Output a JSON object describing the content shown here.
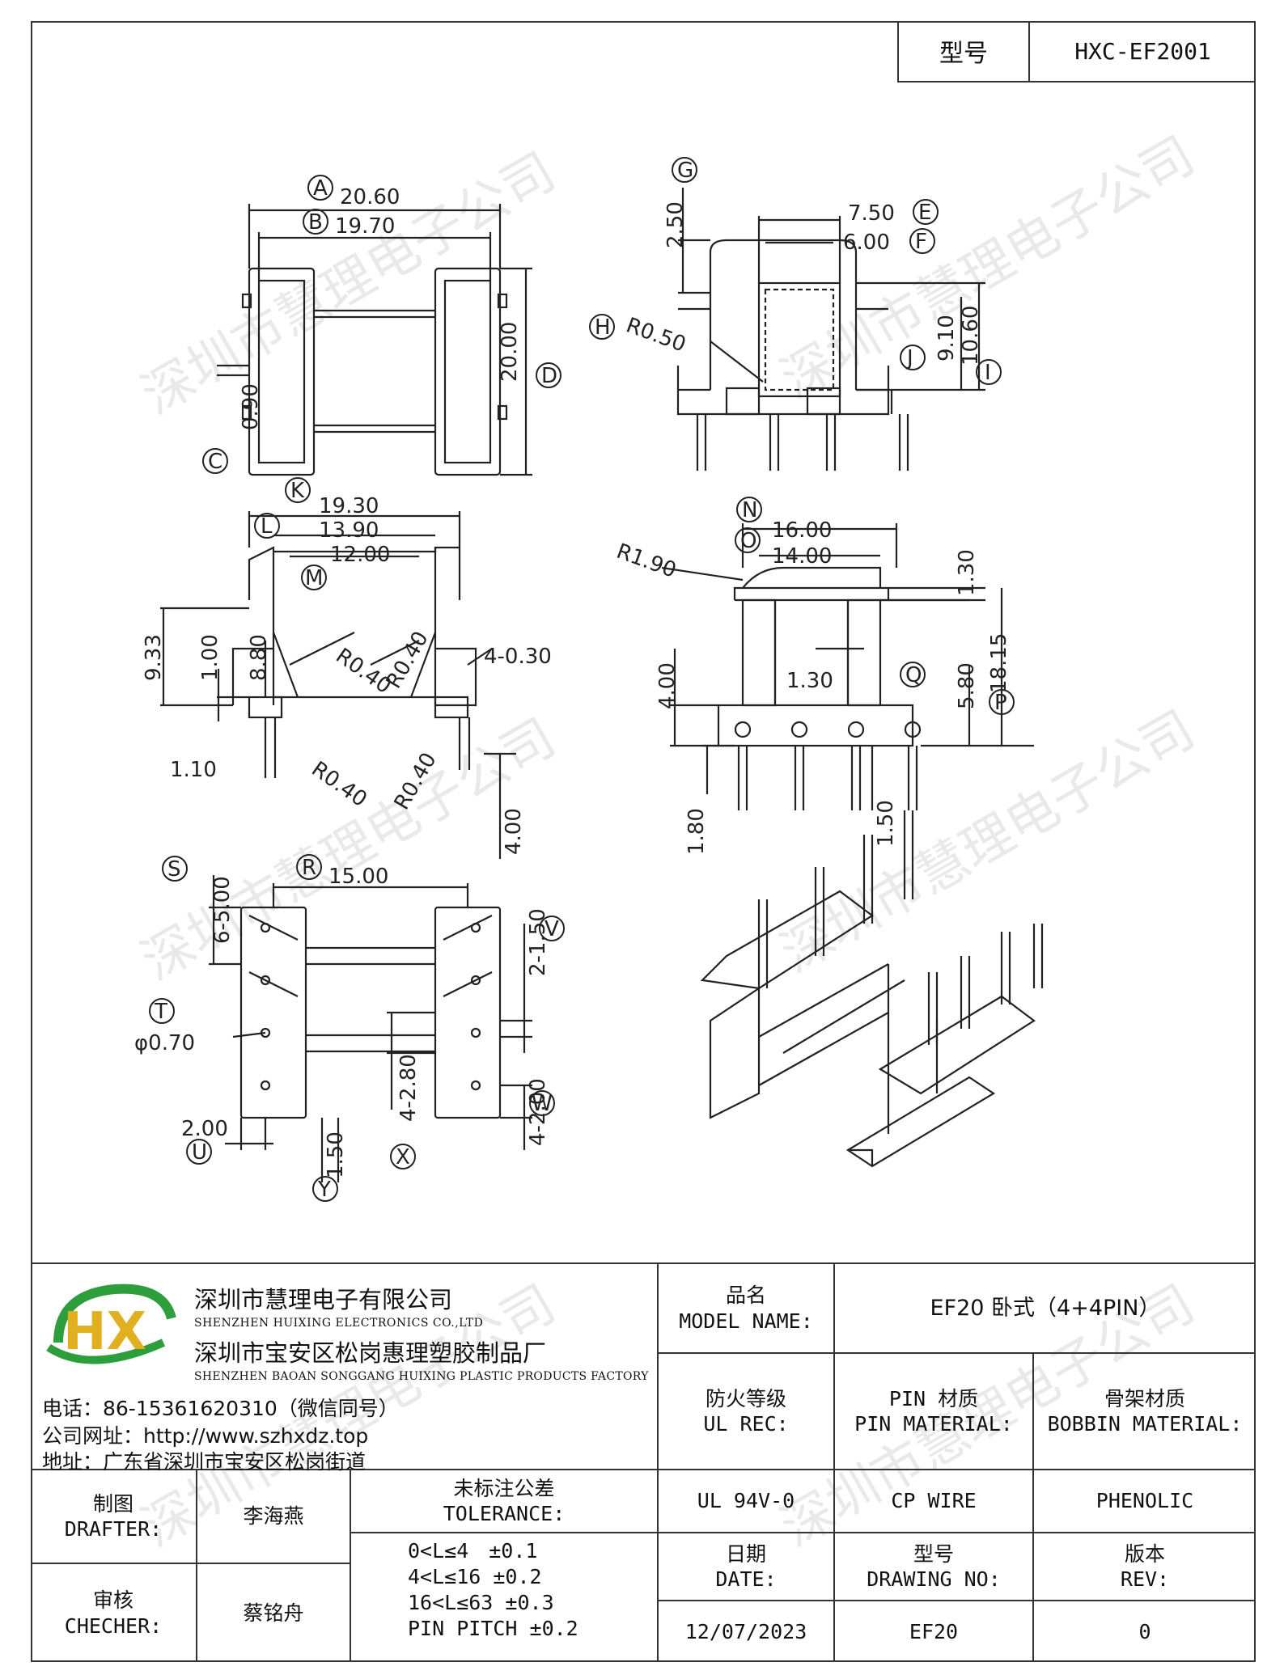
{
  "header": {
    "model_label": "型号",
    "model_value": "HXC-EF2001"
  },
  "watermark_text": "深圳市慧理电子公司",
  "drawing": {
    "labels": {
      "A": "A",
      "B": "B",
      "C": "C",
      "D": "D",
      "E": "E",
      "F": "F",
      "G": "G",
      "H": "H",
      "I": "I",
      "J": "J",
      "K": "K",
      "L": "L",
      "M": "M",
      "N": "N",
      "O": "O",
      "P": "P",
      "Q": "Q",
      "R": "R",
      "S": "S",
      "T": "T",
      "U": "U",
      "V": "V",
      "W": "W",
      "X": "X",
      "Y": "Y"
    },
    "dims": {
      "A": "20.60",
      "B": "19.70",
      "C": "0.90",
      "D": "20.00",
      "E": "7.50",
      "F": "6.00",
      "G": "2.50",
      "H": "R0.50",
      "I": "10.60",
      "J": "9.10",
      "K": "19.30",
      "L": "13.90",
      "M": "12.00",
      "v933": "9.33",
      "v100": "1.00",
      "v880": "8.80",
      "r040a": "R0.40",
      "r040b": "R0.40",
      "r040c": "R0.40",
      "r040d": "R0.40",
      "d430": "4-0.30",
      "d110": "1.10",
      "d400a": "4.00",
      "N": "16.00",
      "O": "14.00",
      "R190": "R1.90",
      "v130a": "1.30",
      "v130b": "1.30",
      "d400b": "4.00",
      "Q": "5.80",
      "P": "18.15",
      "d180": "1.80",
      "d150a": "1.50",
      "S": "6-5.00",
      "R": "15.00",
      "V": "2-1.50",
      "T": "φ0.70",
      "X": "4-2.80",
      "W": "4-2.00",
      "U": "2.00",
      "Y": "1.50"
    }
  },
  "title_block": {
    "company_cn_1": "深圳市慧理电子有限公司",
    "company_en_1": "SHENZHEN HUIXING ELECTRONICS CO.,LTD",
    "company_cn_2": "深圳市宝安区松岗惠理塑胶制品厂",
    "company_en_2": "SHENZHEN BAOAN SONGGANG HUIXING PLASTIC PRODUCTS FACTORY",
    "phone": "电话：86-15361620310（微信同号）",
    "website": "公司网址：http://www.szhxdz.top",
    "address": "地址：广东省深圳市宝安区松岗街道",
    "logo_text": "HX",
    "model_name_cn": "品名",
    "model_name_en": "MODEL NAME:",
    "model_name_value": "EF20 卧式（4+4PIN）",
    "ul_cn": "防火等级",
    "ul_en": "UL REC:",
    "pin_cn": "PIN 材质",
    "pin_en": "PIN MATERIAL:",
    "bobbin_cn": "骨架材质",
    "bobbin_en": "BOBBIN MATERIAL:",
    "ul_value": "UL 94V-0",
    "pin_value": "CP WIRE",
    "bobbin_value": "PHENOLIC",
    "drafter_cn": "制图",
    "drafter_en": "DRAFTER:",
    "drafter_value": "李海燕",
    "checker_cn": "审核",
    "checker_en": "CHECHER:",
    "checker_value": "蔡铭舟",
    "tolerance_cn": "未标注公差",
    "tolerance_en": "TOLERANCE:",
    "tolerance_lines": [
      "0<L≤4　±0.1",
      "4<L≤16 ±0.2",
      "16<L≤63 ±0.3",
      "PIN PITCH ±0.2"
    ],
    "date_cn": "日期",
    "date_en": "DATE:",
    "date_value": "12/07/2023",
    "drawing_no_cn": "型号",
    "drawing_no_en": "DRAWING NO:",
    "drawing_no_value": "EF20",
    "rev_cn": "版本",
    "rev_en": "REV:",
    "rev_value": "0"
  }
}
